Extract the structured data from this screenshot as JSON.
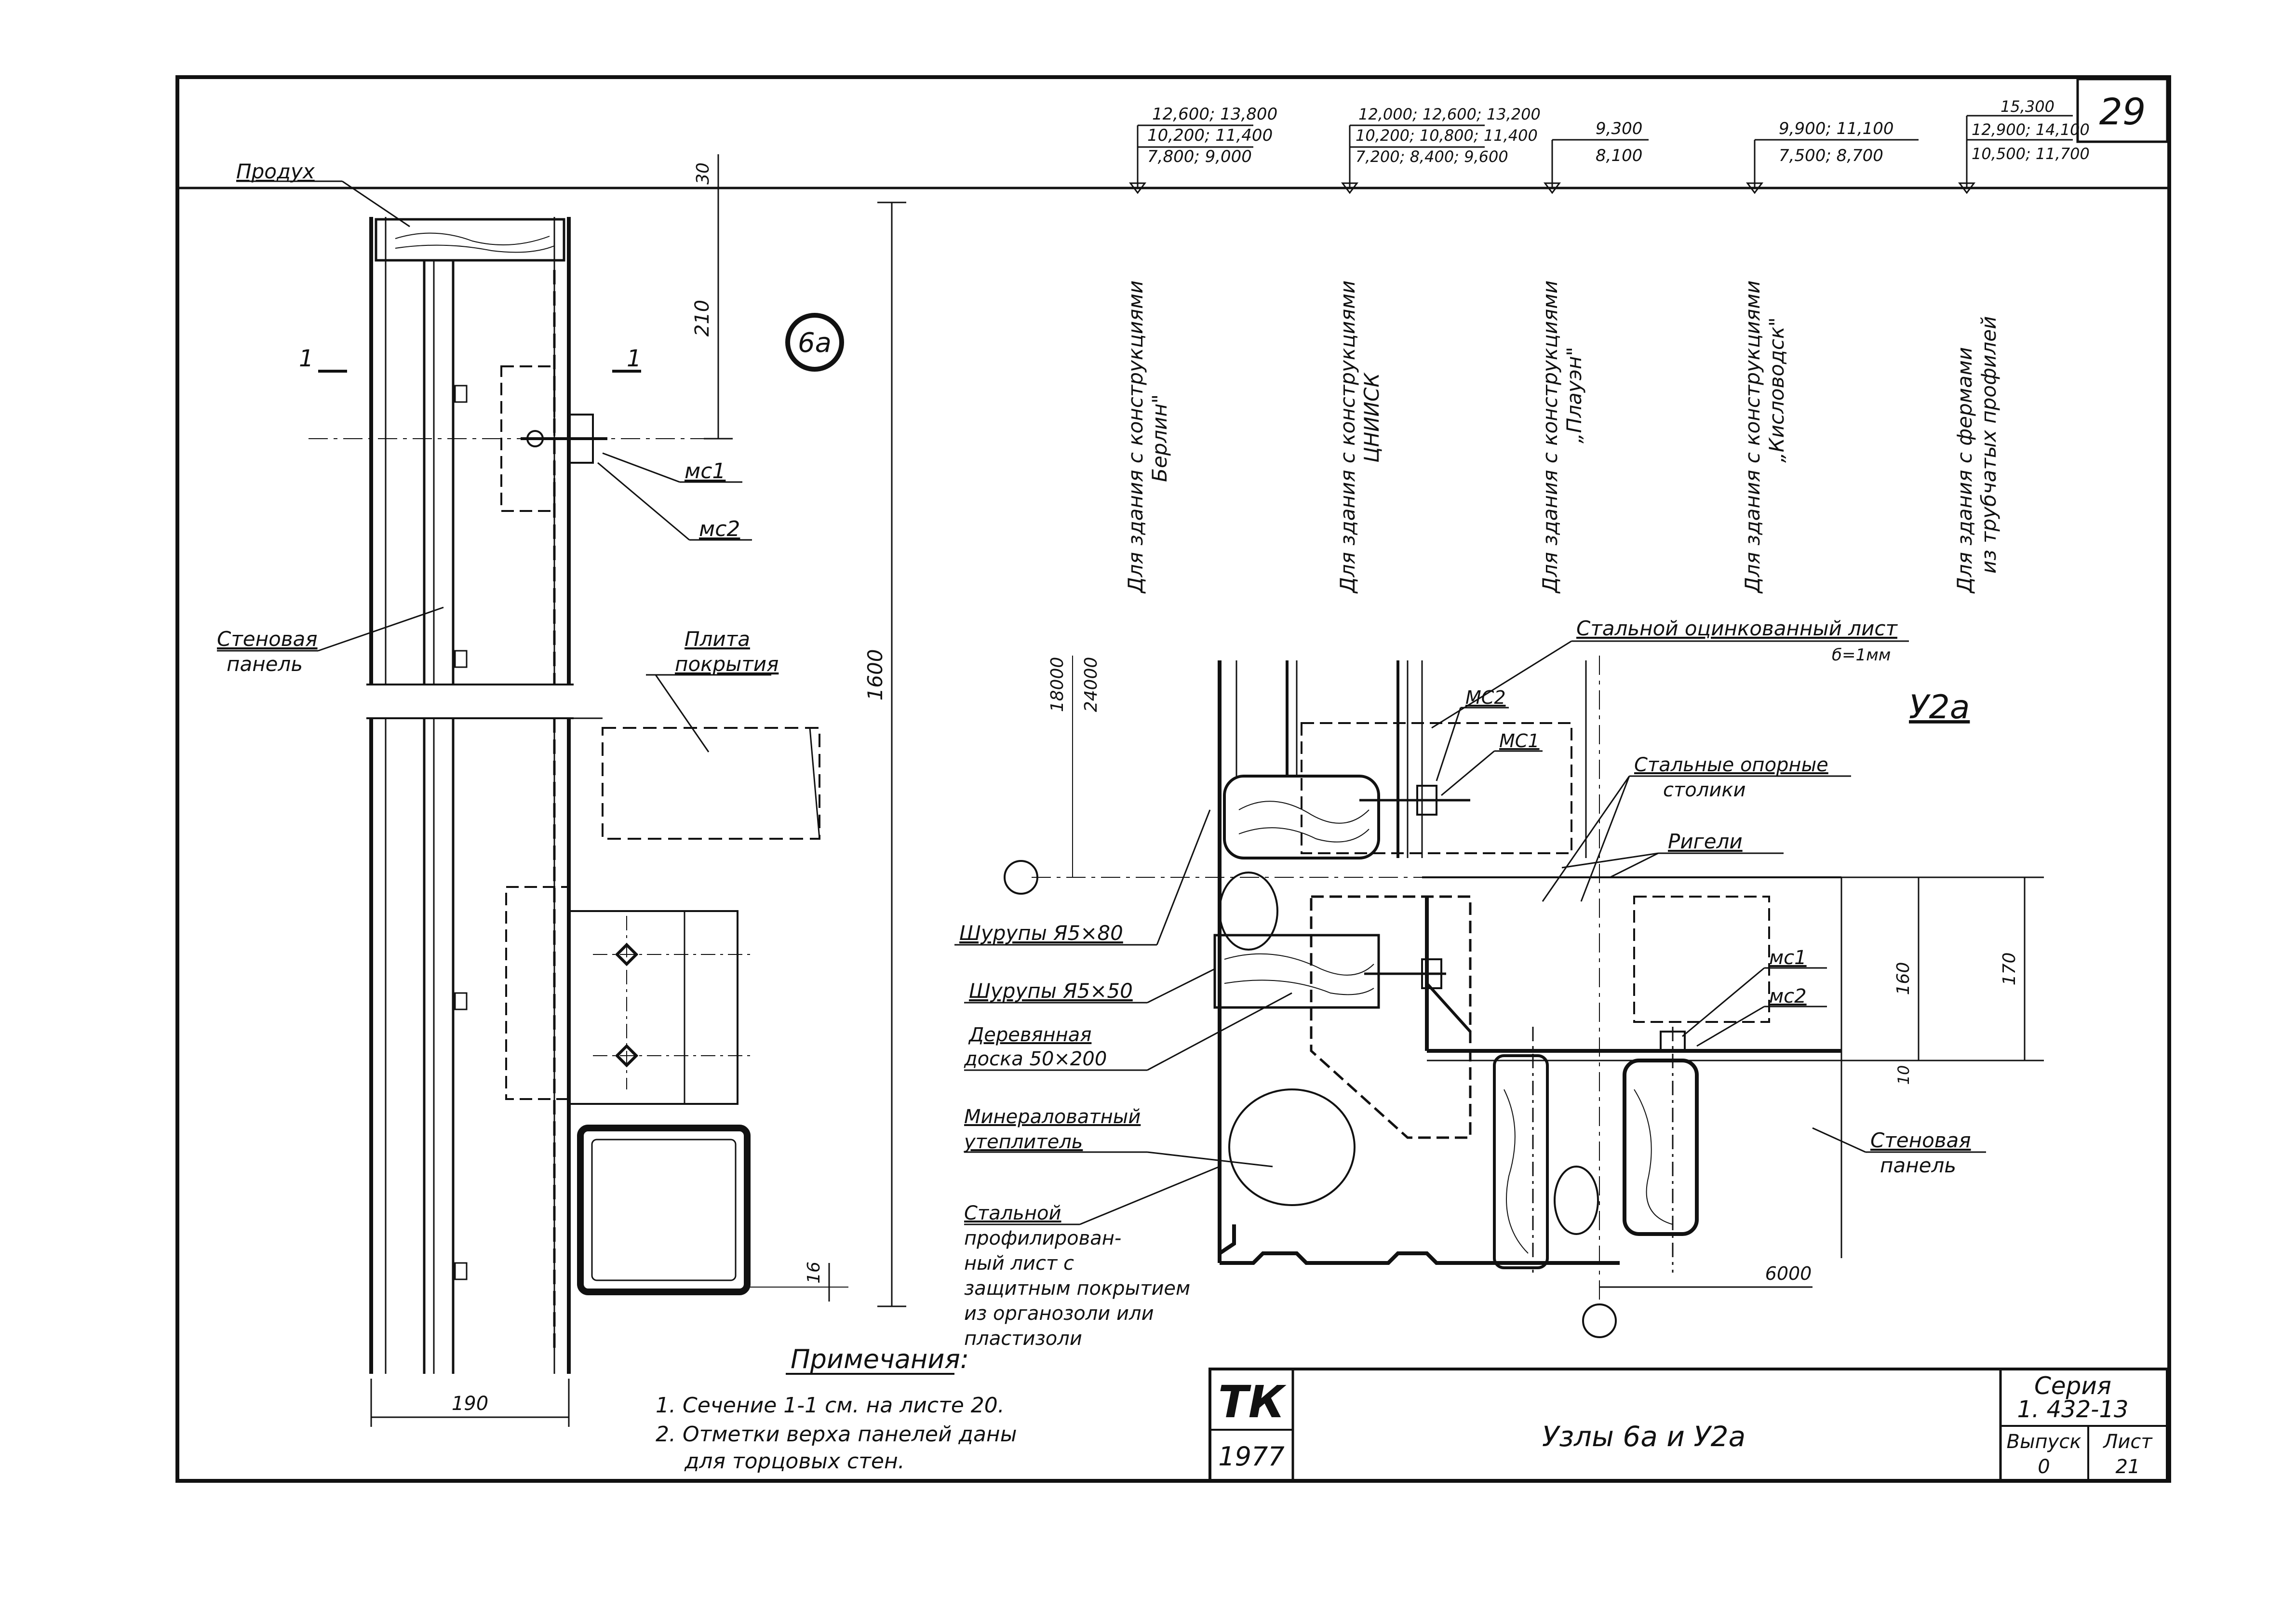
{
  "sheet": {
    "number": "29",
    "title": "Узлы 6а и У2а",
    "stamp": "ТК",
    "year": "1977",
    "series_label": "Серия",
    "series_code": "1. 432-13",
    "issue_label": "Выпуск",
    "issue_value": "0",
    "page_label": "Лист",
    "page_value": "21"
  },
  "left_detail": {
    "node_label": "6а",
    "vent_label": "Продух",
    "wall_panel_label_1": "Стеновая",
    "wall_panel_label_2": "панель",
    "roof_slab_label_1": "Плита",
    "roof_slab_label_2": "покрытия",
    "mc1": "мс1",
    "mc2": "мс2",
    "section_mark": "1",
    "dim_top": "30",
    "dim_210": "210",
    "dim_1600": "1600",
    "dim_16": "16",
    "dim_190": "190"
  },
  "elevations": [
    {
      "rows": [
        "12,600; 13,800",
        "10,200; 11,400",
        "7,800; 9,000"
      ],
      "caption_1": "Для здания с конструкциями",
      "caption_2": "Берлин\""
    },
    {
      "rows": [
        "12,000; 12,600; 13,200",
        "10,200; 10,800; 11,400",
        "7,200; 8,400; 9,600"
      ],
      "caption_1": "Для здания с конструкциями",
      "caption_2": "ЦНИИСК"
    },
    {
      "rows": [
        "9,300",
        "8,100"
      ],
      "caption_1": "Для здания с конструкциями",
      "caption_2": "„Плауэн\""
    },
    {
      "rows": [
        "9,900; 11,100",
        "7,500; 8,700"
      ],
      "caption_1": "Для здания с конструкциями",
      "caption_2": "„Кисловодск\""
    },
    {
      "rows": [
        "15,300",
        "12,900; 14,100",
        "10,500; 11,700"
      ],
      "caption_1": "Для здания с фермами",
      "caption_2": "из трубчатых профилей"
    }
  ],
  "right_detail": {
    "node_label": "У2а",
    "galv_sheet": "Стальной оцинкованный лист",
    "galv_sheet_thk": "б=1мм",
    "mc2": "МС2",
    "mc1": "МС1",
    "steel_supports_1": "Стальные опорные",
    "steel_supports_2": "столики",
    "girders": "Ригели",
    "screws_1": "Шурупы Я5×80",
    "screws_2": "Шурупы Я5×50",
    "board_1": "Деревянная",
    "board_2": "доска 50×200",
    "mineral_1": "Минераловатный",
    "mineral_2": "утеплитель",
    "steel_1": "Стальной",
    "steel_2": "профилирован-",
    "steel_3": "ный лист с",
    "steel_4": "защитным покрытием",
    "steel_5": "из органозоли или",
    "steel_6": "пластизоли",
    "wall_1": "Стеновая",
    "wall_2": "панель",
    "mc1_b": "мс1",
    "mc2_b": "мс2",
    "dim_18000": "18000",
    "dim_24000": "24000",
    "dim_160": "160",
    "dim_170": "170",
    "dim_10": "10",
    "dim_6000": "6000"
  },
  "notes": {
    "heading": "Примечания:",
    "items": [
      "1. Сечение 1-1 см. на листе 20.",
      "2. Отметки верха панелей даны",
      "для торцовых стен."
    ]
  }
}
